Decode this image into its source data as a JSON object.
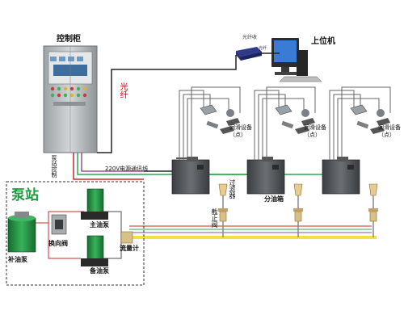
{
  "labels": {
    "control_cabinet": "控制柜",
    "host_computer": "上位机",
    "fiber": "光纤",
    "optical_transceiver": "光纤收",
    "fiber_small": "光纤",
    "station_control": "泵站控制",
    "power_comm": "220V电源通讯线",
    "pump_station": "泵站",
    "main_pump": "主油泵",
    "backup_pump": "备油泵",
    "refill_pump": "补油泵",
    "reversing_valve": "换向阀",
    "flow_meter": "流量计",
    "filter": "过滤器",
    "stop_valve": "截止阀",
    "distribution_box": "分油箱",
    "lube_device": "润滑设备（点）"
  },
  "colors": {
    "cabinet": "#b9bdbf",
    "cabinet_panel": "#6a9bc6",
    "box": "#4a4d50",
    "pump_green": "#1f8a3d",
    "oil_line": "#f3e23a",
    "red_line": "#cc2a2a",
    "green_line": "#2aa84a",
    "purple_line": "#9a4aa0",
    "black_line": "#222222",
    "accent_title": "#1e9b3e"
  }
}
